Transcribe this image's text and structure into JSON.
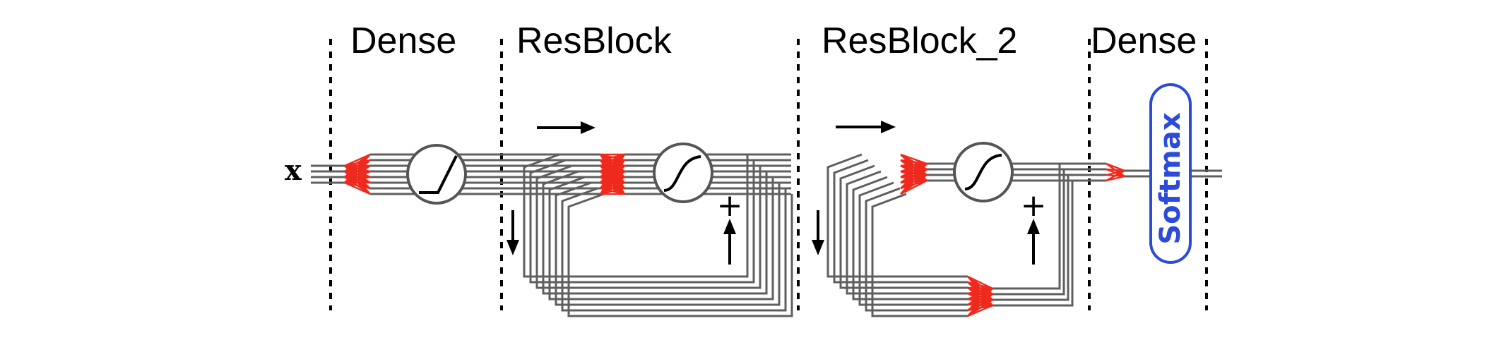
{
  "sections": [
    {
      "id": "dense-1",
      "label": "Dense"
    },
    {
      "id": "resblock-1",
      "label": "ResBlock"
    },
    {
      "id": "resblock-2",
      "label": "ResBlock_2"
    },
    {
      "id": "dense-2",
      "label": "Dense"
    }
  ],
  "input": {
    "label": "x"
  },
  "softmax": {
    "label": "Softmax"
  },
  "blocks": {
    "relu": {
      "icon": "relu-activation-icon"
    },
    "sigmoid": {
      "icon": "sigmoid-activation-icon"
    }
  },
  "residual": {
    "plus": "+"
  },
  "colors": {
    "line": "#5f5f5f",
    "connection": "#ee2a1f",
    "softmax": "#2b4bd8",
    "text": "#000000"
  }
}
